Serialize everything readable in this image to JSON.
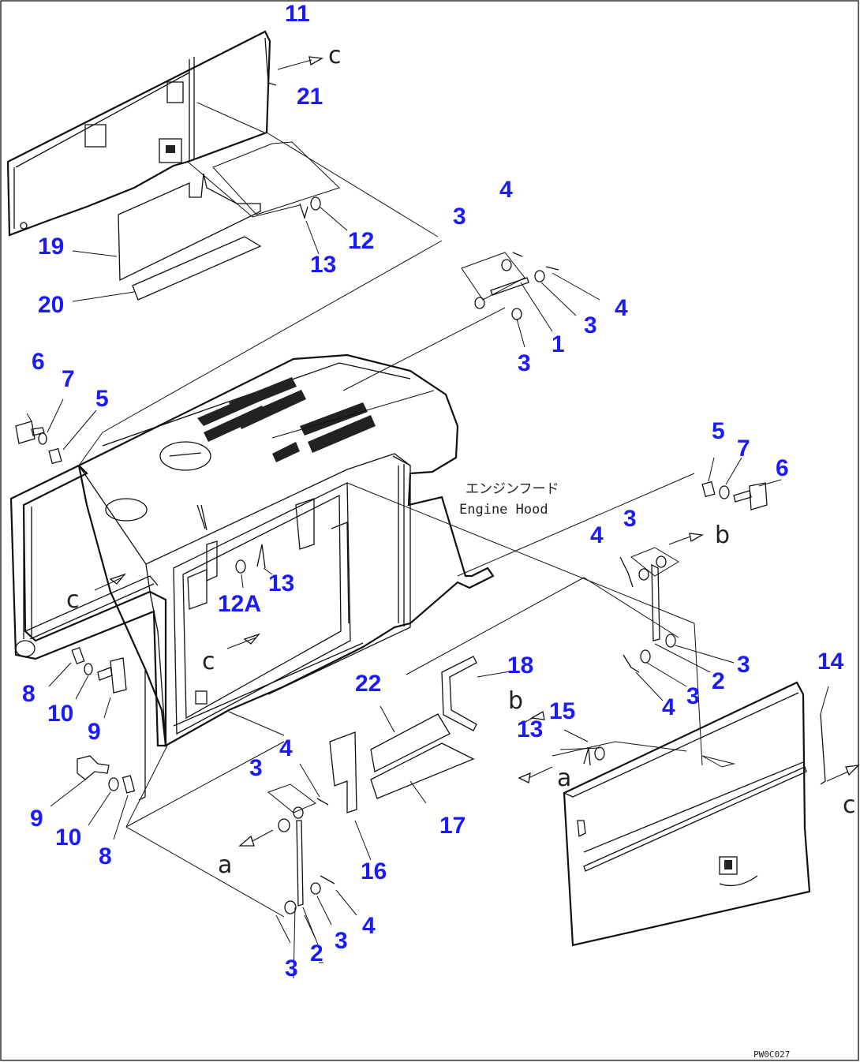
{
  "part_numbers": [
    {
      "label": "11"
    },
    {
      "label": "21"
    },
    {
      "label": "4"
    },
    {
      "label": "3"
    },
    {
      "label": "12"
    },
    {
      "label": "13"
    },
    {
      "label": "19"
    },
    {
      "label": "20"
    },
    {
      "label": "4"
    },
    {
      "label": "3"
    },
    {
      "label": "1"
    },
    {
      "label": "3"
    },
    {
      "label": "6"
    },
    {
      "label": "7"
    },
    {
      "label": "5"
    },
    {
      "label": "5"
    },
    {
      "label": "7"
    },
    {
      "label": "6"
    },
    {
      "label": "3"
    },
    {
      "label": "4"
    },
    {
      "label": "12A"
    },
    {
      "label": "13"
    },
    {
      "label": "3"
    },
    {
      "label": "2"
    },
    {
      "label": "3"
    },
    {
      "label": "4"
    },
    {
      "label": "14"
    },
    {
      "label": "18"
    },
    {
      "label": "22"
    },
    {
      "label": "13"
    },
    {
      "label": "15"
    },
    {
      "label": "8"
    },
    {
      "label": "10"
    },
    {
      "label": "9"
    },
    {
      "label": "4"
    },
    {
      "label": "3"
    },
    {
      "label": "9"
    },
    {
      "label": "10"
    },
    {
      "label": "8"
    },
    {
      "label": "16"
    },
    {
      "label": "17"
    },
    {
      "label": "4"
    },
    {
      "label": "3"
    },
    {
      "label": "3"
    },
    {
      "label": "2"
    }
  ],
  "callout_letters": [
    {
      "label": "c"
    },
    {
      "label": "c"
    },
    {
      "label": "c"
    },
    {
      "label": "b"
    },
    {
      "label": "b"
    },
    {
      "label": "a"
    },
    {
      "label": "c"
    },
    {
      "label": "a"
    }
  ],
  "caption": {
    "japanese": "エンジンフード",
    "english": "Engine Hood"
  },
  "drawing_code": "PW0C027"
}
